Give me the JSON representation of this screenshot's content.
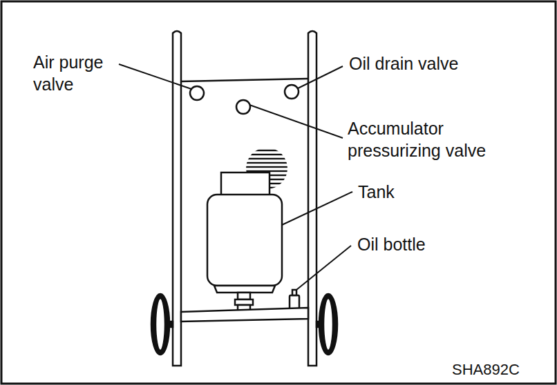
{
  "diagram": {
    "labels": [
      "Air purge valve",
      "Oil drain valve",
      "Accumulator pressurizing valve",
      "Tank",
      "Oil bottle",
      "SHA892C"
    ]
  }
}
